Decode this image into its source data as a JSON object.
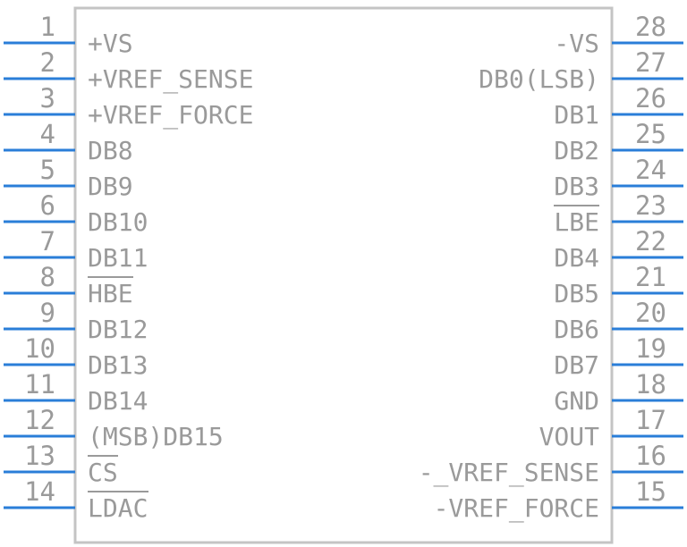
{
  "colors": {
    "pin_line": "#2a7ed8",
    "body_outline": "#c4c4c4",
    "text": "#9a9a9a",
    "overbar": "#9a9a9a"
  },
  "component": {
    "left_pins": [
      {
        "number": "1",
        "label": "+VS"
      },
      {
        "number": "2",
        "label": "+VREF_SENSE"
      },
      {
        "number": "3",
        "label": "+VREF_FORCE"
      },
      {
        "number": "4",
        "label": "DB8"
      },
      {
        "number": "5",
        "label": "DB9"
      },
      {
        "number": "6",
        "label": "DB10"
      },
      {
        "number": "7",
        "label": "DB11"
      },
      {
        "number": "8",
        "label": "HBE",
        "overbar": true
      },
      {
        "number": "9",
        "label": "DB12"
      },
      {
        "number": "10",
        "label": "DB13"
      },
      {
        "number": "11",
        "label": "DB14"
      },
      {
        "number": "12",
        "label": "(MSB)DB15"
      },
      {
        "number": "13",
        "label": "CS",
        "overbar": true
      },
      {
        "number": "14",
        "label": "LDAC",
        "overbar": true
      }
    ],
    "right_pins": [
      {
        "number": "28",
        "label": "-VS"
      },
      {
        "number": "27",
        "label": "DB0(LSB)"
      },
      {
        "number": "26",
        "label": "DB1"
      },
      {
        "number": "25",
        "label": "DB2"
      },
      {
        "number": "24",
        "label": "DB3"
      },
      {
        "number": "23",
        "label": "LBE",
        "overbar": true
      },
      {
        "number": "22",
        "label": "DB4"
      },
      {
        "number": "21",
        "label": "DB5"
      },
      {
        "number": "20",
        "label": "DB6"
      },
      {
        "number": "19",
        "label": "DB7"
      },
      {
        "number": "18",
        "label": "GND"
      },
      {
        "number": "17",
        "label": "VOUT"
      },
      {
        "number": "16",
        "label": "-_VREF_SENSE"
      },
      {
        "number": "15",
        "label": "-VREF_FORCE"
      }
    ]
  }
}
